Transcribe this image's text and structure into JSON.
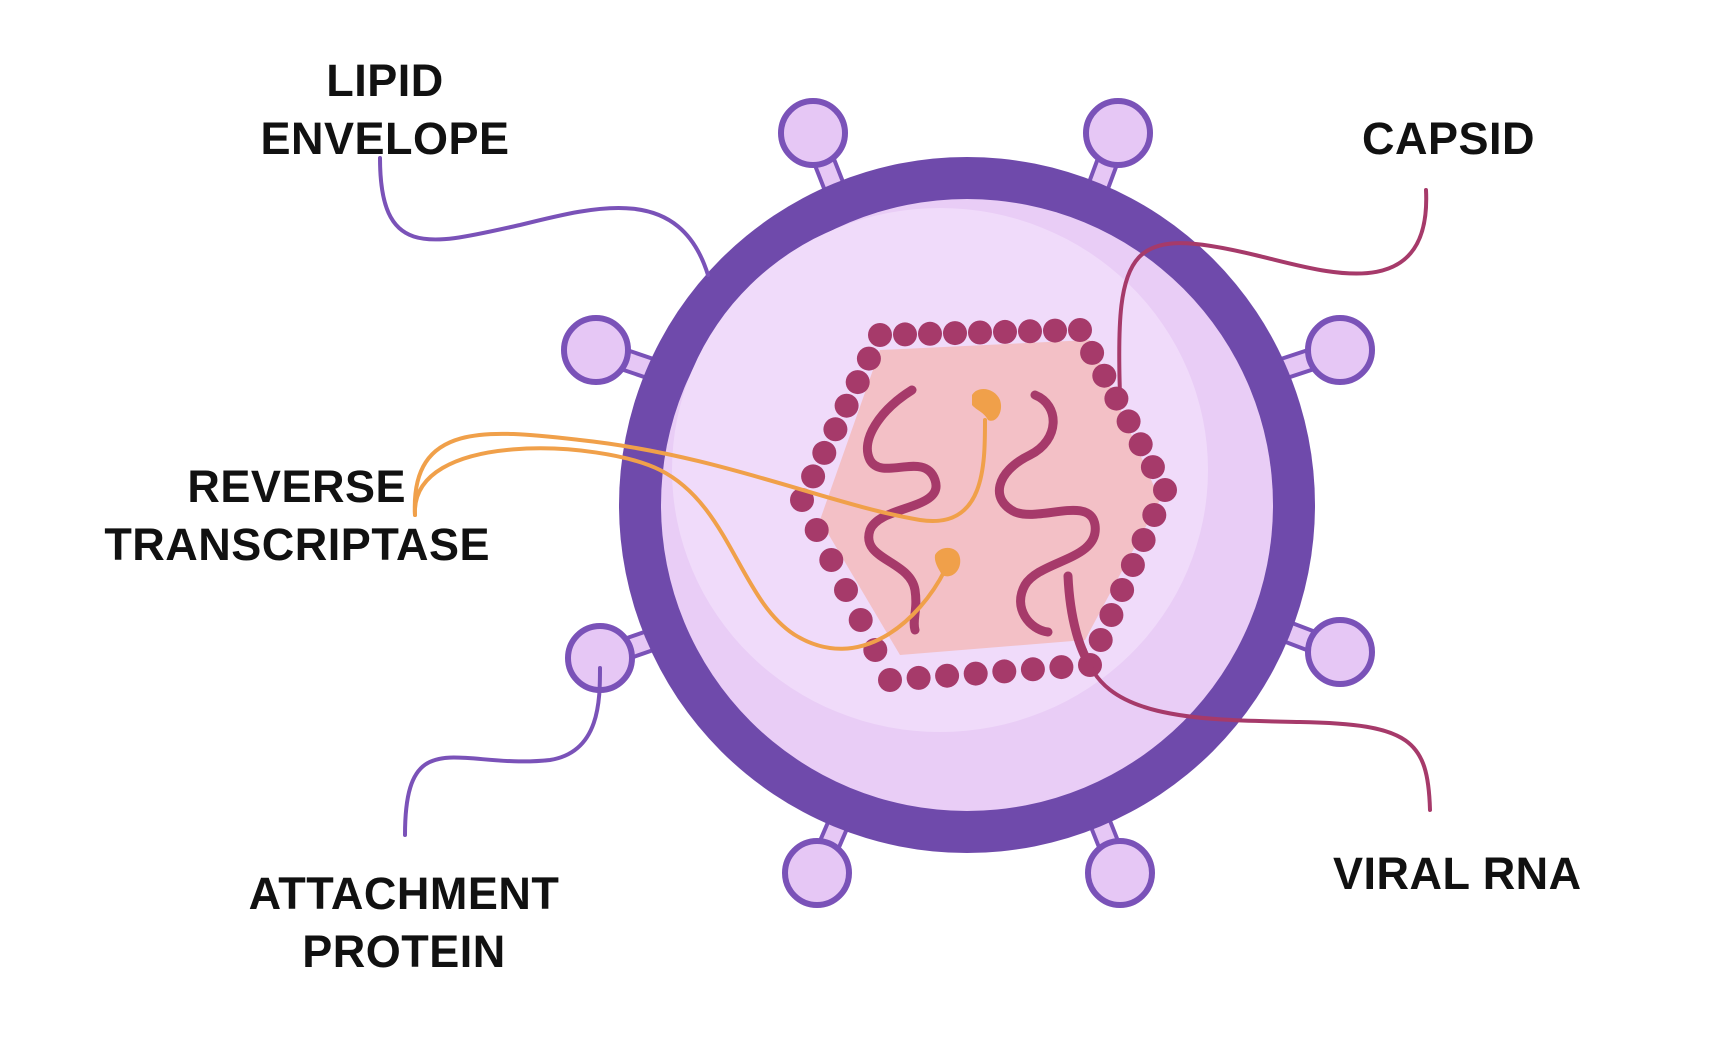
{
  "labels": {
    "lipid_envelope": {
      "line1": "LIPID",
      "line2": "ENVELOPE"
    },
    "capsid": {
      "line1": "CAPSID"
    },
    "reverse_transcriptase": {
      "line1": "REVERSE",
      "line2": "TRANSCRIPTASE"
    },
    "attachment_protein": {
      "line1": "ATTACHMENT",
      "line2": "PROTEIN"
    },
    "viral_rna": {
      "line1": "VIRAL RNA"
    }
  },
  "colors": {
    "envelope_ring": "#6f4aab",
    "envelope_fill": "#e9cdf6",
    "envelope_inner": "#efd8f9",
    "spike_fill": "#e6c7f5",
    "spike_stroke": "#7a52b8",
    "capsid_bead": "#a63a6a",
    "capsid_fill": "#f3c0c6",
    "rna_stroke": "#a63a6a",
    "enzyme": "#f0a04a",
    "leader_purple": "#7a52b8",
    "leader_maroon": "#a63a6a",
    "leader_orange": "#f0a04a",
    "text": "#111111"
  }
}
